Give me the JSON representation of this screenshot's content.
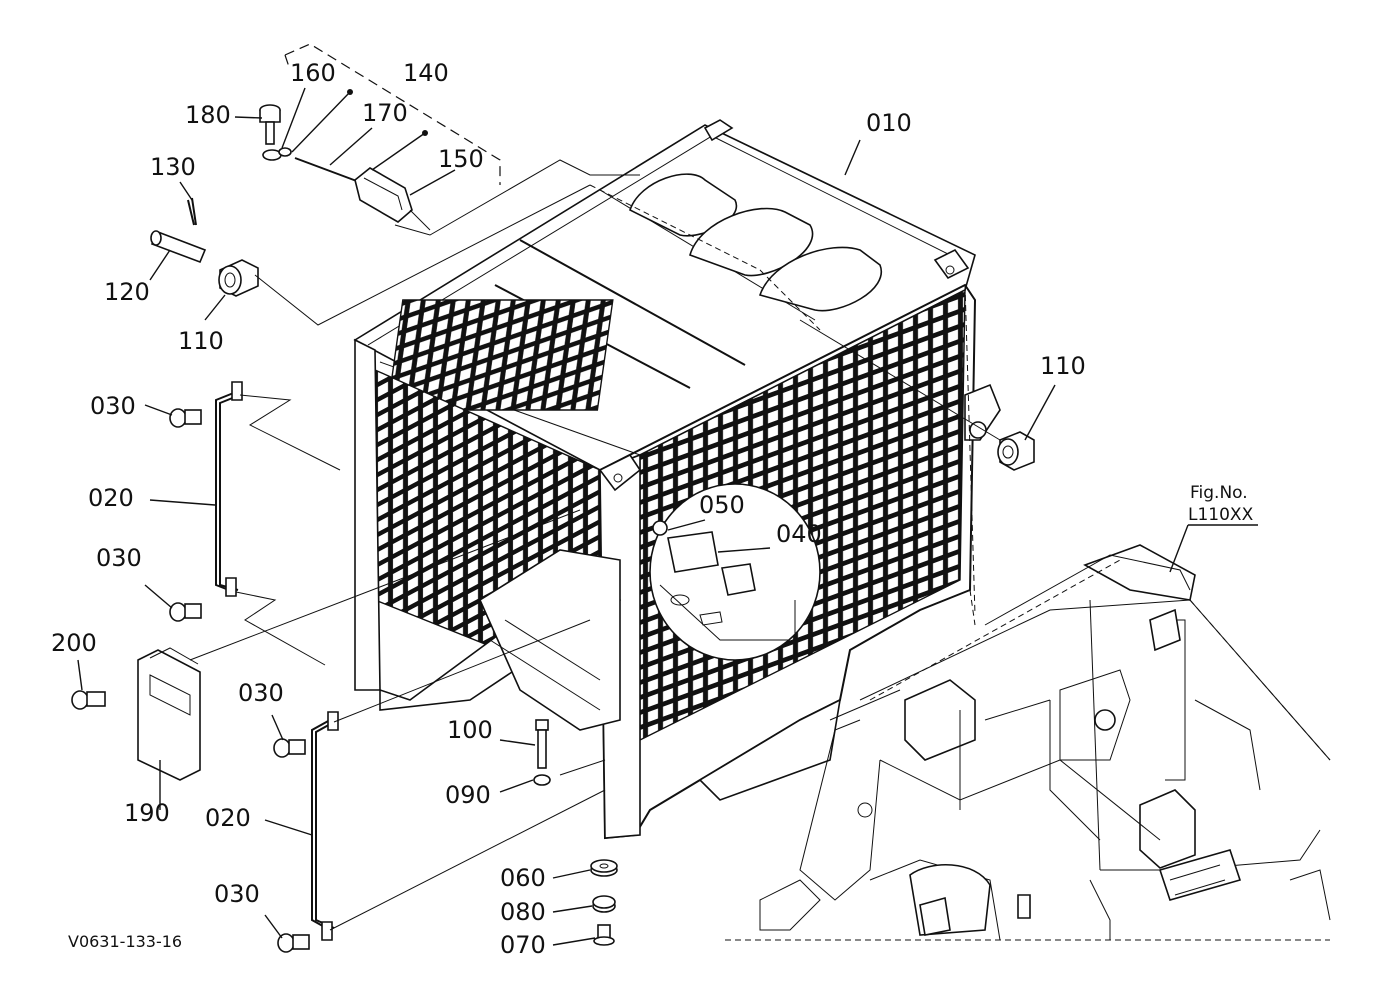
{
  "figure": {
    "reference_code": "V0631-133-16",
    "fig_ref_line1": "Fig.No.",
    "fig_ref_line2": "L110XX"
  },
  "callouts": {
    "c010": "010",
    "c020a": "020",
    "c020b": "020",
    "c030a": "030",
    "c030b": "030",
    "c030c": "030",
    "c030d": "030",
    "c040": "040",
    "c050": "050",
    "c060": "060",
    "c070": "070",
    "c080": "080",
    "c090": "090",
    "c100": "100",
    "c110a": "110",
    "c110b": "110",
    "c120": "120",
    "c130": "130",
    "c140": "140",
    "c150": "150",
    "c160": "160",
    "c170": "170",
    "c180": "180",
    "c190": "190",
    "c200": "200"
  },
  "colors": {
    "ink": "#111111",
    "paper": "#ffffff"
  }
}
